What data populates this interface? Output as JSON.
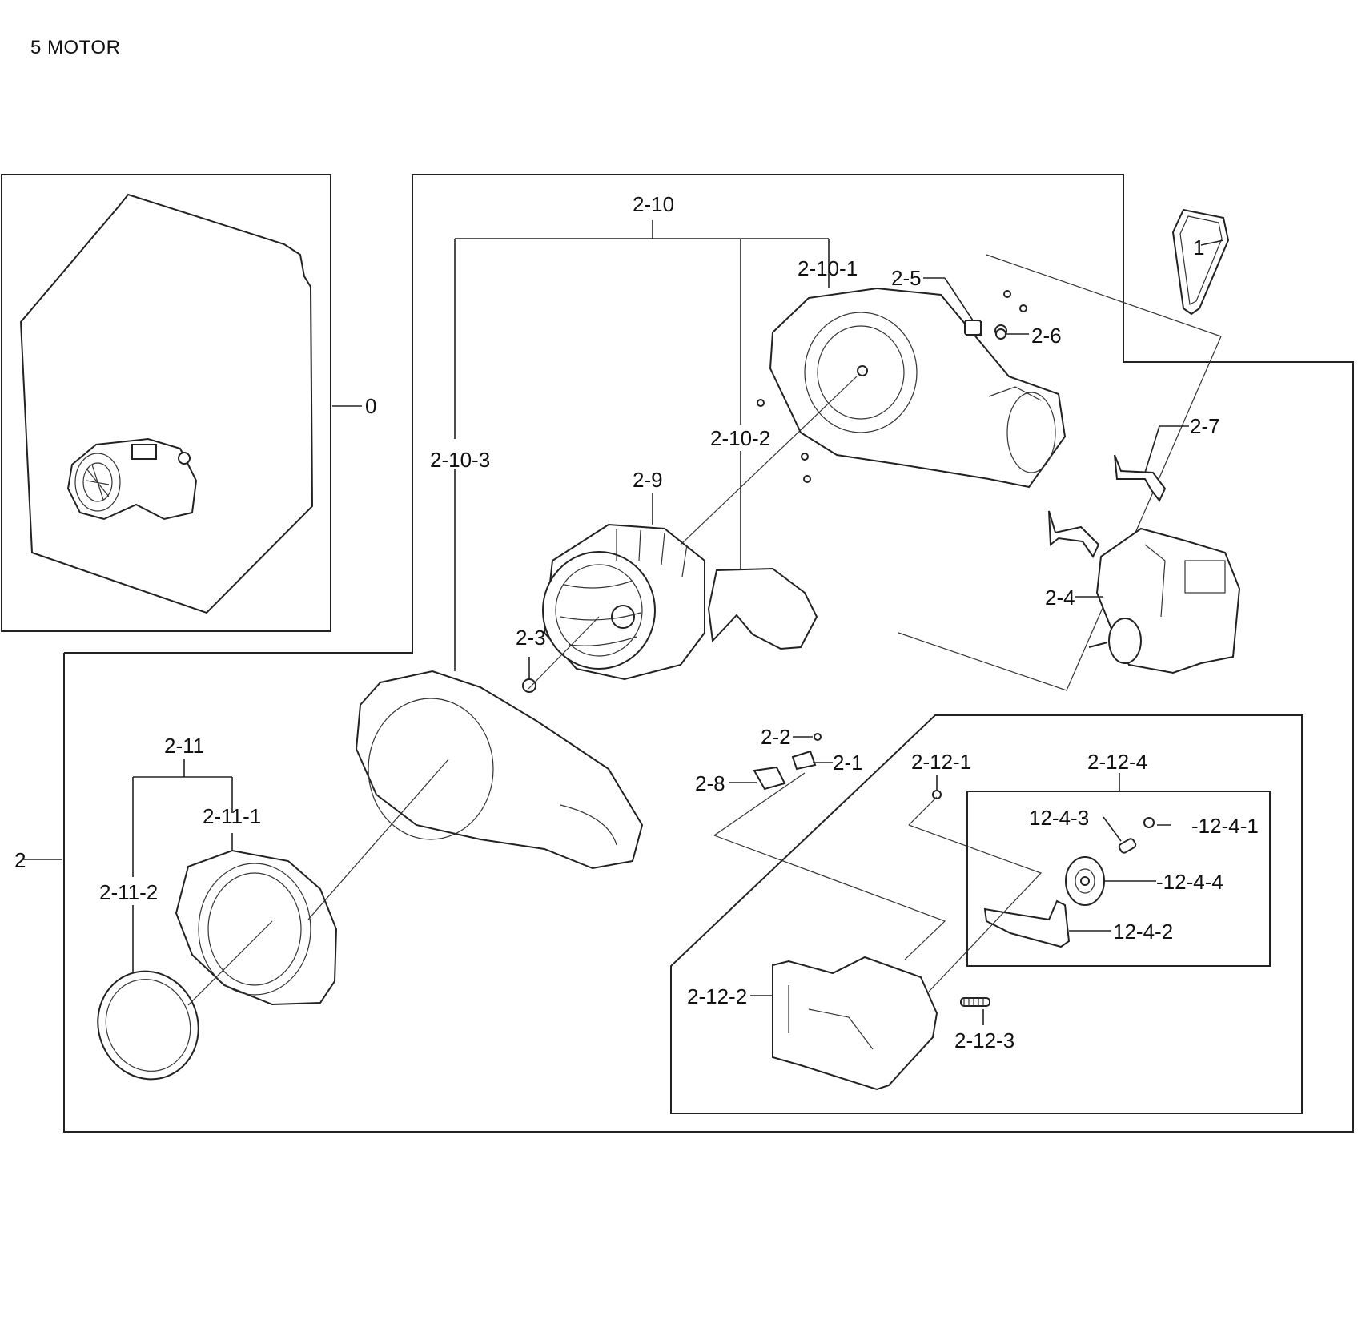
{
  "title": "5 MOTOR",
  "labels": {
    "l0": "0",
    "l1": "1",
    "l2": "2",
    "l2_1": "2-1",
    "l2_2": "2-2",
    "l2_3": "2-3",
    "l2_4": "2-4",
    "l2_5": "2-5",
    "l2_6": "2-6",
    "l2_7": "2-7",
    "l2_8": "2-8",
    "l2_9": "2-9",
    "l2_10": "2-10",
    "l2_10_1": "2-10-1",
    "l2_10_2": "2-10-2",
    "l2_10_3": "2-10-3",
    "l2_11": "2-11",
    "l2_11_1": "2-11-1",
    "l2_11_2": "2-11-2",
    "l2_12_1": "2-12-1",
    "l2_12_2": "2-12-2",
    "l2_12_3": "2-12-3",
    "l2_12_4": "2-12-4",
    "l12_4_1": "-12-4-1",
    "l12_4_2": "12-4-2",
    "l12_4_3": "12-4-3",
    "l12_4_4": "-12-4-4"
  }
}
